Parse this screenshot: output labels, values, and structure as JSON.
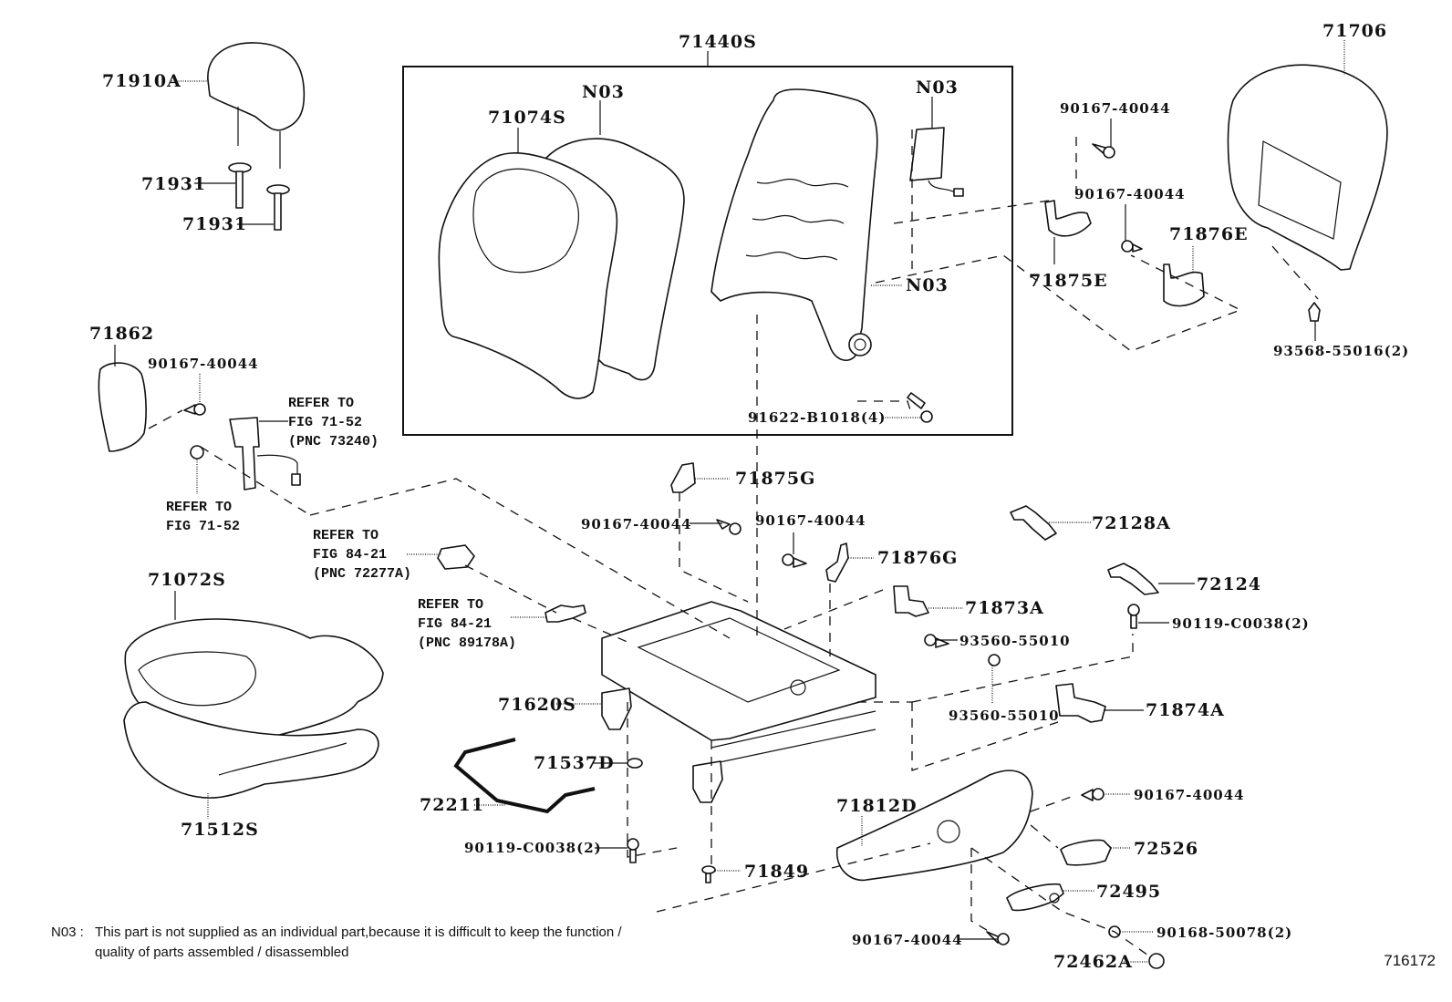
{
  "diagram": {
    "title": "Front Seat Assembly Parts Diagram",
    "figure_id": "716172",
    "assembly_box_label": "71440S",
    "labels": {
      "headrest": "71910A",
      "headrest_support_1": "71931",
      "headrest_support_2": "71931",
      "back_cover": "71074S",
      "back_pad_n03": "N03",
      "back_frame_n03": "N03",
      "airbag_n03": "N03",
      "frame_bolt": "91622-B1018(4)",
      "back_board": "71706",
      "back_board_screw": "93568-55016(2)",
      "screw_top_right_1": "90167-40044",
      "screw_top_right_2": "90167-40044",
      "hinge_cover_75e": "71875E",
      "hinge_cover_76e": "71876E",
      "side_cover": "71862",
      "side_cover_screw": "90167-40044",
      "cushion_cover": "71072S",
      "cushion_pad": "71512S",
      "inner_cover_75g": "71875G",
      "inner_cover_screw": "90167-40044",
      "inner_cover_76g_screw": "90167-40044",
      "inner_cover_76g": "71876G",
      "cover_72128a": "72128A",
      "cover_72124": "72124",
      "cover_71873a": "71873A",
      "screw_93560_a": "93560-55010",
      "screw_93560_b": "93560-55010",
      "bolt_90119_right": "90119-C0038(2)",
      "cover_71874a": "71874A",
      "adjuster": "71620S",
      "clip_71537d": "71537D",
      "wire_72211": "72211",
      "bolt_90119_left": "90119-C0038(2)",
      "clip_71849": "71849",
      "shield": "71812D",
      "shield_screw_top": "90167-40044",
      "knob_72526": "72526",
      "lever_72495": "72495",
      "shield_screw_bottom": "90167-40044",
      "lever_screw": "90168-50078(2)",
      "cap_72462a": "72462A"
    },
    "references": {
      "buckle": [
        "REFER TO",
        "FIG 71-52",
        "(PNC 73240)"
      ],
      "buckle_nut": [
        "REFER TO",
        "FIG 71-52"
      ],
      "switch_72277a": [
        "REFER TO",
        "FIG 84-21",
        "(PNC 72277A)"
      ],
      "sensor_89178a": [
        "REFER TO",
        "FIG 84-21",
        "(PNC 89178A)"
      ]
    },
    "note": {
      "label": "N03 :",
      "line1": "This part is not supplied as an individual part,because it is difficult to keep the function /",
      "line2": "quality of parts assembled / disassembled"
    }
  }
}
